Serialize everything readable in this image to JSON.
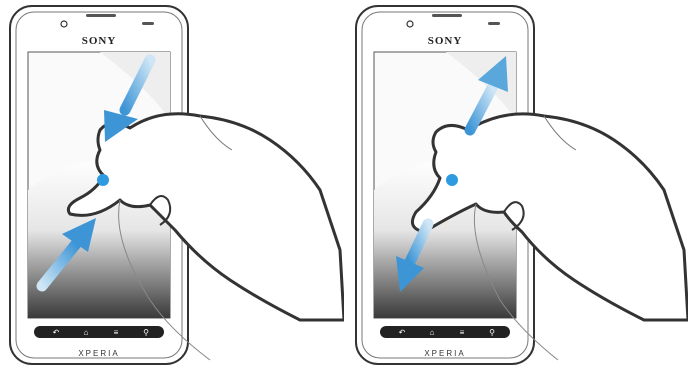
{
  "phones": [
    {
      "brand": "SONY",
      "model": "XPERIA",
      "gesture": "pinch-in"
    },
    {
      "brand": "SONY",
      "model": "XPERIA",
      "gesture": "pinch-out"
    }
  ],
  "nav_buttons": [
    "back-icon",
    "home-icon",
    "menu-icon",
    "search-icon"
  ],
  "colors": {
    "arrow_blue": "#5aa7dc",
    "arrow_blue_light": "#cfe6f6",
    "touch_dot": "#2e9be0",
    "phone_outline": "#333333"
  }
}
